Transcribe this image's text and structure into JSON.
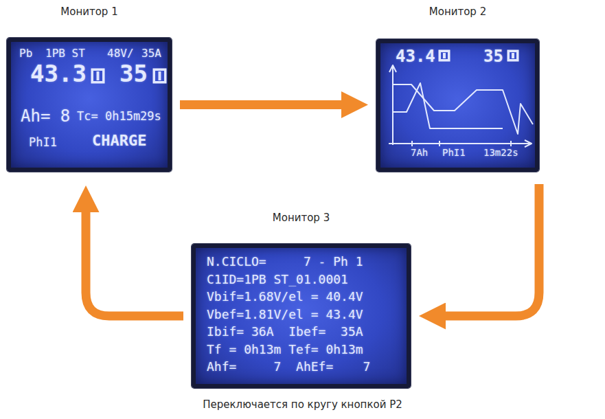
{
  "diagram": {
    "caption": "Переключается по кругу кнопкой P2",
    "nodes": [
      {
        "text": [
          "Монитор 1",
          "Pb",
          "1PB ST",
          "48V/",
          "35A",
          "43.3",
          "35",
          "Ah= 8",
          "Tc= 0h15m29s",
          "PhI1",
          "CHARGE"
        ]
      },
      {
        "text": [
          "Монитор 2",
          "43.4",
          "35",
          "7Ah",
          "PhI1",
          "13m22s"
        ]
      },
      {
        "text": [
          "Монитор 3",
          "N.CICLO=     7 - Ph 1",
          "C1ID=1PB ST_01.0001",
          "Vbif=1.68V/el = 40.4V",
          "Vbef=1.81V/el = 43.4V",
          "Ibif= 36A  Ibef=  35A",
          "Tf = 0h13m Tef= 0h13m",
          "Ahf=     7  AhEf=    7"
        ]
      }
    ],
    "edges": [
      {
        "from": 0,
        "to": 1,
        "arrow": "to"
      },
      {
        "from": 1,
        "to": 2,
        "arrow": "to"
      },
      {
        "from": 2,
        "to": 0,
        "arrow": "to"
      }
    ]
  }
}
